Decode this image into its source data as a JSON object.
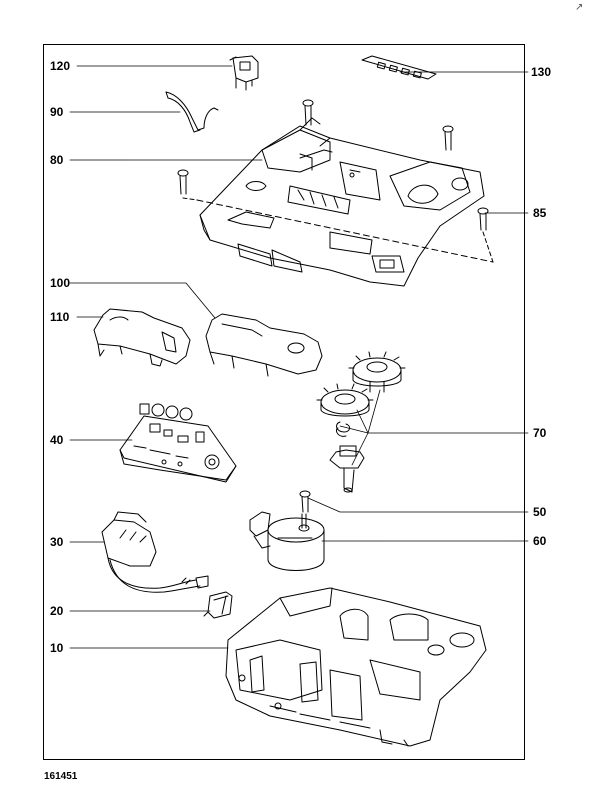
{
  "callouts": {
    "c120": "120",
    "c130": "130",
    "c90": "90",
    "c80": "80",
    "c85": "85",
    "c100": "100",
    "c110": "110",
    "c40": "40",
    "c70": "70",
    "c50": "50",
    "c60": "60",
    "c30": "30",
    "c20": "20",
    "c10": "10"
  },
  "drawing_code": "161451",
  "corner_mark": "↗",
  "colors": {
    "line": "#000000",
    "background": "#ffffff"
  }
}
